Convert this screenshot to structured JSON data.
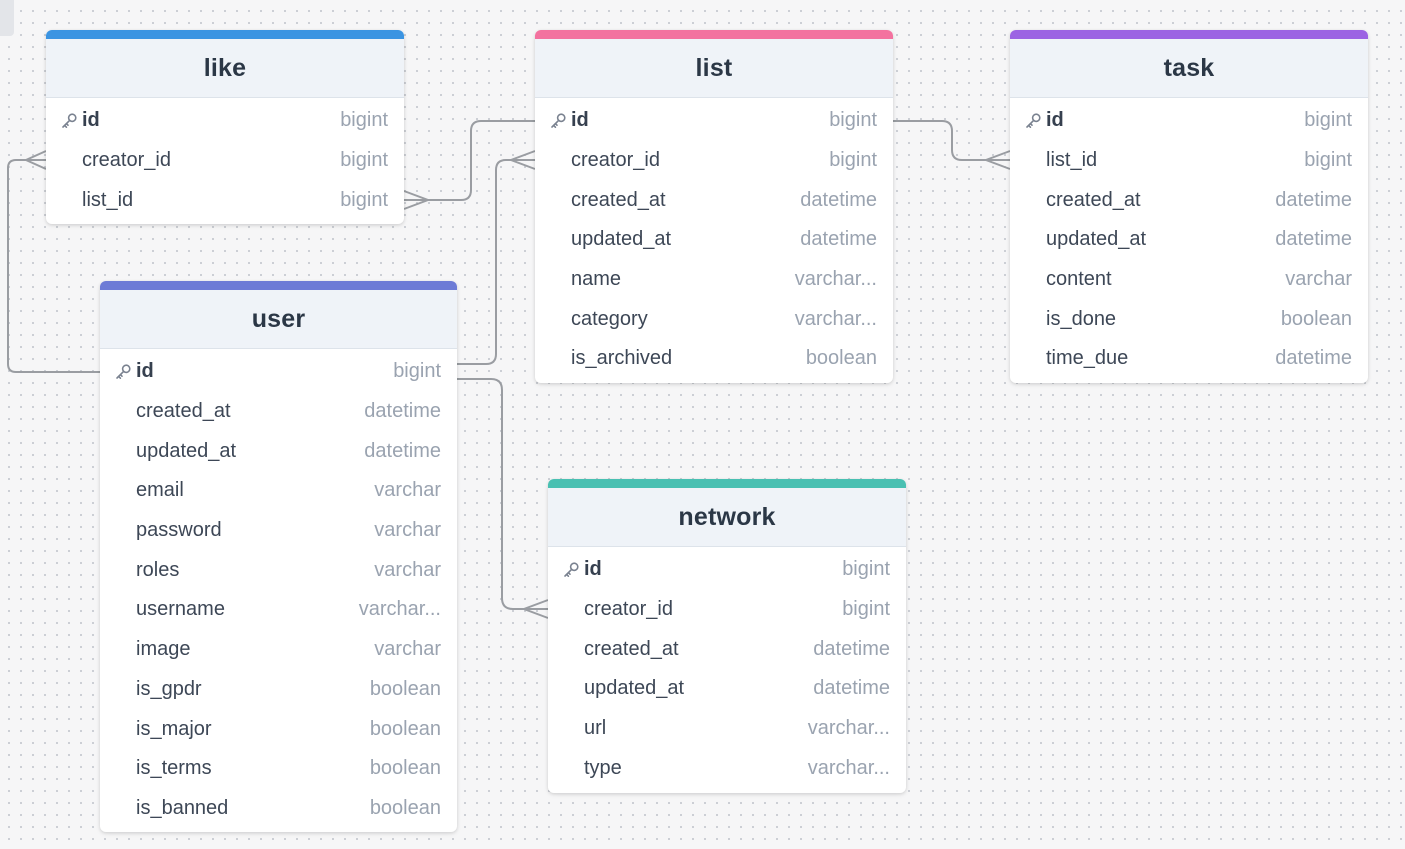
{
  "colors": {
    "like": "#3b94e2",
    "list": "#f3729f",
    "task": "#9c63e3",
    "user": "#6d7bd6",
    "network": "#49c0b2",
    "connector": "#9a9da2"
  },
  "tables": {
    "like": {
      "title": "like",
      "fields": [
        {
          "name": "id",
          "type": "bigint",
          "pk": true
        },
        {
          "name": "creator_id",
          "type": "bigint"
        },
        {
          "name": "list_id",
          "type": "bigint"
        }
      ]
    },
    "list": {
      "title": "list",
      "fields": [
        {
          "name": "id",
          "type": "bigint",
          "pk": true
        },
        {
          "name": "creator_id",
          "type": "bigint"
        },
        {
          "name": "created_at",
          "type": "datetime"
        },
        {
          "name": "updated_at",
          "type": "datetime"
        },
        {
          "name": "name",
          "type": "varchar..."
        },
        {
          "name": "category",
          "type": "varchar..."
        },
        {
          "name": "is_archived",
          "type": "boolean"
        }
      ]
    },
    "task": {
      "title": "task",
      "fields": [
        {
          "name": "id",
          "type": "bigint",
          "pk": true
        },
        {
          "name": "list_id",
          "type": "bigint"
        },
        {
          "name": "created_at",
          "type": "datetime"
        },
        {
          "name": "updated_at",
          "type": "datetime"
        },
        {
          "name": "content",
          "type": "varchar"
        },
        {
          "name": "is_done",
          "type": "boolean"
        },
        {
          "name": "time_due",
          "type": "datetime"
        }
      ]
    },
    "user": {
      "title": "user",
      "fields": [
        {
          "name": "id",
          "type": "bigint",
          "pk": true
        },
        {
          "name": "created_at",
          "type": "datetime"
        },
        {
          "name": "updated_at",
          "type": "datetime"
        },
        {
          "name": "email",
          "type": "varchar"
        },
        {
          "name": "password",
          "type": "varchar"
        },
        {
          "name": "roles",
          "type": "varchar"
        },
        {
          "name": "username",
          "type": "varchar..."
        },
        {
          "name": "image",
          "type": "varchar"
        },
        {
          "name": "is_gpdr",
          "type": "boolean"
        },
        {
          "name": "is_major",
          "type": "boolean"
        },
        {
          "name": "is_terms",
          "type": "boolean"
        },
        {
          "name": "is_banned",
          "type": "boolean"
        }
      ]
    },
    "network": {
      "title": "network",
      "fields": [
        {
          "name": "id",
          "type": "bigint",
          "pk": true
        },
        {
          "name": "creator_id",
          "type": "bigint"
        },
        {
          "name": "created_at",
          "type": "datetime"
        },
        {
          "name": "updated_at",
          "type": "datetime"
        },
        {
          "name": "url",
          "type": "varchar..."
        },
        {
          "name": "type",
          "type": "varchar..."
        }
      ]
    }
  },
  "relations": [
    {
      "from": "user.id",
      "to": "like.creator_id",
      "cardinality": "one-to-many"
    },
    {
      "from": "list.id",
      "to": "like.list_id",
      "cardinality": "one-to-many"
    },
    {
      "from": "user.id",
      "to": "list.creator_id",
      "cardinality": "one-to-many"
    },
    {
      "from": "list.id",
      "to": "task.list_id",
      "cardinality": "one-to-many"
    },
    {
      "from": "user.id",
      "to": "network.creator_id",
      "cardinality": "one-to-many"
    }
  ]
}
